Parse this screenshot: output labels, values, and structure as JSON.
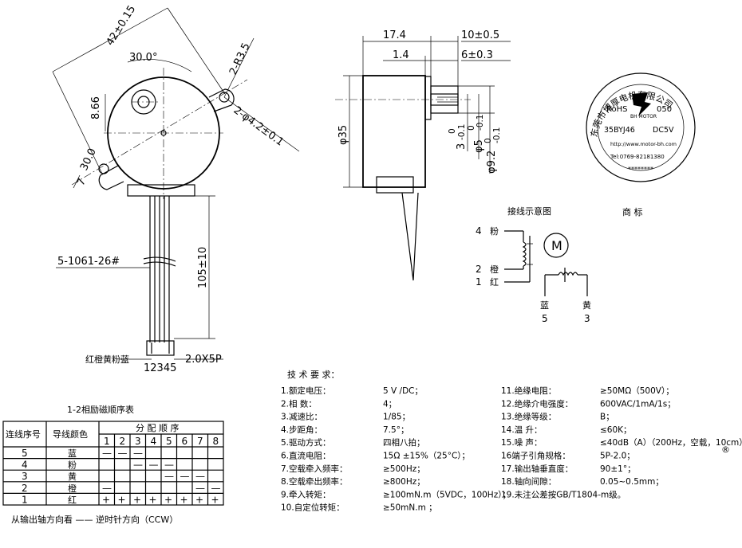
{
  "front_view": {
    "dim_width": "42±0.15",
    "dim_angle": "30.0°",
    "dim_radius": "2-R3.5",
    "dim_holes": "2-φ4.2±0.1",
    "dim_866": "8.66",
    "dim_30": "30.0",
    "dim_7": "7",
    "wire_spec": "5-1061-26#",
    "dim_wire_length": "105±10",
    "wire_colors": "红橙黄粉蓝",
    "connector_pins": "12345",
    "connector_spec": "2.0X5P"
  },
  "side_view": {
    "dim_174": "17.4",
    "dim_10": "10±0.5",
    "dim_14": "1.4",
    "dim_6": "6±0.3",
    "dim_35": "φ35",
    "dim_3": "3",
    "dim_3_tol_top": "0",
    "dim_3_tol_bottom": "-0.1",
    "dim_5": "φ5",
    "dim_5_tol_top": "0",
    "dim_5_tol_bottom": "-0.1",
    "dim_92": "φ9.2",
    "dim_92_tol_top": "0",
    "dim_92_tol_bottom": "-0.1"
  },
  "trademark": {
    "ring_text": "东莞市博厚电机有限公司",
    "brand_small": "BH MOTOR",
    "rohs": "RoHS",
    "code": "050",
    "model": "35BYJ46",
    "voltage": "DC5V",
    "url": "http://www.motor-bh.com",
    "tel": "Tel:0769-82181380",
    "stars": "********",
    "label": "商    标"
  },
  "wiring": {
    "title": "接线示意图",
    "pin4_num": "4",
    "pin4_color": "粉",
    "pin2_num": "2",
    "pin2_color": "橙",
    "pin1_num": "1",
    "pin1_color": "红",
    "pin5_color": "蓝",
    "pin5_num": "5",
    "pin3_color": "黄",
    "pin3_num": "3",
    "motor_symbol": "M"
  },
  "sequence_table": {
    "title": "1-2相励磁顺序表",
    "header_seq": "连线序号",
    "header_color": "导线颜色",
    "header_dist": "分 配 顺 序",
    "steps": [
      "1",
      "2",
      "3",
      "4",
      "5",
      "6",
      "7",
      "8"
    ],
    "rows": [
      {
        "seq": "5",
        "color": "蓝",
        "cells": [
          "—",
          "—",
          "—",
          "",
          "",
          "",
          "",
          ""
        ]
      },
      {
        "seq": "4",
        "color": "粉",
        "cells": [
          "",
          "",
          "—",
          "—",
          "—",
          "",
          "",
          ""
        ]
      },
      {
        "seq": "3",
        "color": "黄",
        "cells": [
          "",
          "",
          "",
          "",
          "—",
          "—",
          "—",
          ""
        ]
      },
      {
        "seq": "2",
        "color": "橙",
        "cells": [
          "—",
          "",
          "",
          "",
          "",
          "",
          "—",
          "—"
        ]
      },
      {
        "seq": "1",
        "color": "红",
        "cells": [
          "+",
          "+",
          "+",
          "+",
          "+",
          "+",
          "+",
          "+"
        ]
      }
    ],
    "footer": "从输出轴方向看 —— 逆时针方向（CCW）"
  },
  "requirements": {
    "title": "技 术 要 求：",
    "left": [
      {
        "label": "1.额定电压：",
        "value": "5 V /DC；"
      },
      {
        "label": "2.相  数：",
        "value": "4；"
      },
      {
        "label": "3.减速比：",
        "value": "1/85；"
      },
      {
        "label": "4.步距角：",
        "value": "7.5°；"
      },
      {
        "label": "5.驱动方式：",
        "value": "四相八拍；"
      },
      {
        "label": "6.直流电阻：",
        "value": "15Ω ±15%（25°C）；"
      },
      {
        "label": "7.空载牵入频率：",
        "value": "≥500Hz；"
      },
      {
        "label": "8.空载牵出频率：",
        "value": "≥800Hz；"
      },
      {
        "label": "9.牵入转矩：",
        "value": "≥100mN.m（5VDC，100Hz）；"
      },
      {
        "label": "10.自定位转矩：",
        "value": "≥50mN.m  ；"
      }
    ],
    "right": [
      {
        "label": "11.绝缘电阻：",
        "value": "≥50MΩ（500V）；"
      },
      {
        "label": "12.绝缘介电强度：",
        "value": "600VAC/1mA/1s；"
      },
      {
        "label": "13.绝缘等级：",
        "value": "B；"
      },
      {
        "label": "14.温  升：",
        "value": "≤60K；"
      },
      {
        "label": "15.噪  声：",
        "value": "≤40dB（A）（200Hz，空载，10cm）；"
      },
      {
        "label": "16端子引角规格：",
        "value": "5P-2.0；"
      },
      {
        "label": "17.输出轴垂直度：",
        "value": "90±1°；"
      },
      {
        "label": "18.轴向间隙：",
        "value": "0.05~0.5mm；"
      },
      {
        "label": "19.未注公差按GB/T1804-m级。",
        "value": ""
      }
    ],
    "registered_mark": "®"
  }
}
